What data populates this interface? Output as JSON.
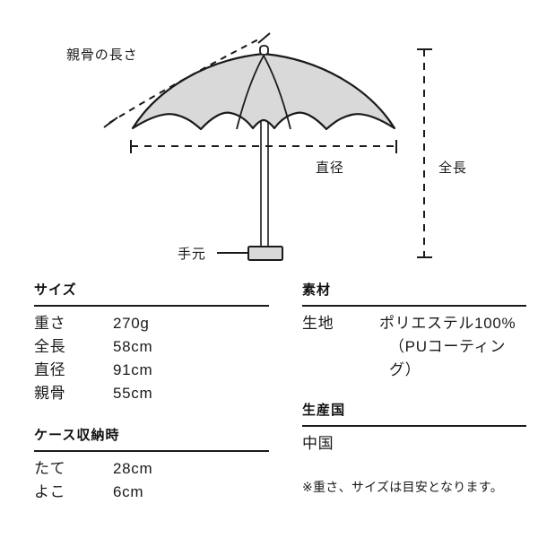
{
  "diagram": {
    "labels": {
      "rib_length": "親骨の長さ",
      "diameter": "直径",
      "total_length": "全長",
      "handle": "手元"
    },
    "colors": {
      "canopy_fill": "#d9d9d9",
      "outline": "#1a1a1a",
      "handle_fill": "#d9d9d9"
    }
  },
  "size_section": {
    "title": "サイズ",
    "rows": [
      {
        "key": "重さ",
        "value": "270g"
      },
      {
        "key": "全長",
        "value": "58cm"
      },
      {
        "key": "直径",
        "value": "91cm"
      },
      {
        "key": "親骨",
        "value": "55cm"
      }
    ]
  },
  "case_section": {
    "title": "ケース収納時",
    "rows": [
      {
        "key": "たて",
        "value": "28cm"
      },
      {
        "key": "よこ",
        "value": "6cm"
      }
    ]
  },
  "material_section": {
    "title": "素材",
    "rows": [
      {
        "key": "生地",
        "value": "ポリエステル100%"
      }
    ],
    "continuation": "（PUコーティング）"
  },
  "origin_section": {
    "title": "生産国",
    "rows": [
      {
        "key": "中国",
        "value": ""
      }
    ]
  },
  "footnote": "※重さ、サイズは目安となります。"
}
